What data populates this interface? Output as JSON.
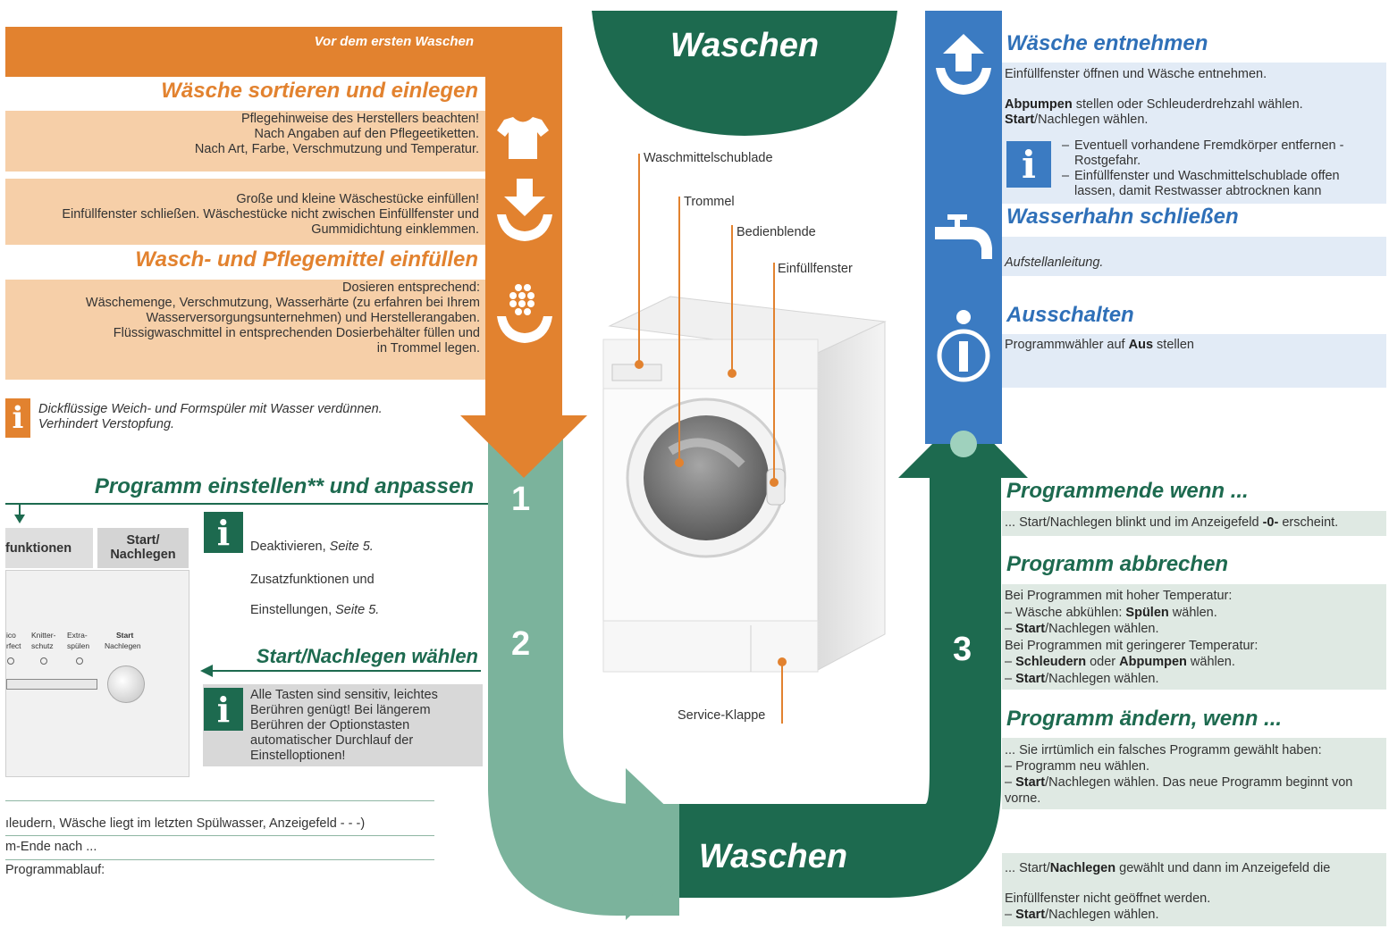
{
  "colors": {
    "orange": "#e2822f",
    "orange_light": "#f6cfa8",
    "blue": "#3b7bc2",
    "blue_light": "#e2ebf6",
    "green_dark": "#1d6a4f",
    "green_mid": "#7bb39c",
    "green_light": "#dfe9e3"
  },
  "top_title": "Waschen",
  "bottom_title": "Waschen",
  "orange": {
    "header": "Vor dem ersten Waschen",
    "s1_title": "Wäsche sortieren und einlegen",
    "s1_l1": "Pflegehinweise des Herstellers beachten!",
    "s1_l2": "Nach Angaben auf den Pflegeetiketten.",
    "s1_l3": "Nach Art, Farbe, Verschmutzung und Temperatur.",
    "s2_l1": "Große und kleine Wäschestücke einfüllen!",
    "s2_l2": "Einfüllfenster schließen. Wäschestücke nicht zwischen Einfüllfenster und",
    "s2_l3": "Gummidichtung einklemmen.",
    "s3_title": "Wasch- und Pflegemittel einfüllen",
    "s3_l1": "Dosieren entsprechend:",
    "s3_l2": "Wäschemenge, Verschmutzung, Wasserhärte (zu erfahren bei Ihrem",
    "s3_l3": "Wasserversorgungsunternehmen) und Herstellerangaben.",
    "s3_l4": "Flüssigwaschmittel in entsprechenden Dosierbehälter füllen und",
    "s3_l5": "in Trommel legen.",
    "info_l1": "Dickflüssige Weich- und Formspüler mit Wasser verdünnen.",
    "info_l2": "Verhindert Verstopfung."
  },
  "green": {
    "prog_title": "Programm einstellen** und anpassen",
    "panel_funktionen": "funktionen",
    "panel_start_1": "Start/",
    "panel_start_2": "Nachlegen",
    "mini_labels": [
      "ico",
      "rfect",
      "Knitter-",
      "schutz",
      "Extra-",
      "spülen",
      "Start",
      "Nachlegen"
    ],
    "info1_l1": "Deaktivieren, ",
    "info1_l1i": "Seite 5.",
    "info1_l2": "Zusatzfunktionen und",
    "info1_l3": "Einstellungen, ",
    "info1_l3i": "Seite 5.",
    "start_title": "Start/Nachlegen wählen",
    "info2_l1": "Alle Tasten sind sensitiv, leichtes",
    "info2_l2": "Berühren genügt! Bei längerem",
    "info2_l3": "Berühren der Optionstasten",
    "info2_l4": "automatischer Durchlauf der",
    "info2_l5": "Einstelloptionen!",
    "bottom_l1": "ıleudern, Wäsche liegt im letzten Spülwasser, Anzeigefeld - - -)",
    "bottom_l2": "m-Ende nach ...",
    "bottom_l3": "Programmablauf:"
  },
  "numbers": {
    "n1": "1",
    "n2": "2",
    "n3": "3"
  },
  "machine": {
    "l_schublade": "Waschmittelschublade",
    "l_trommel": "Trommel",
    "l_blende": "Bedienblende",
    "l_fenster": "Einfüllfenster",
    "l_service": "Service-Klappe"
  },
  "blue": {
    "t1": "Wäsche entnehmen",
    "t1_l1": "Einfüllfenster öffnen und Wäsche entnehmen.",
    "t1_l2b": "Abpumpen",
    "t1_l2": " stellen oder Schleuderdrehzahl wählen.",
    "t1_l3b": "Start",
    "t1_l3": "/Nachlegen wählen.",
    "t1_b1": "Eventuell vorhandene Fremdkörper entfernen - Rostgefahr.",
    "t1_b2": "Einfüllfenster und Waschmittelschublade offen lassen, damit Restwasser abtrocknen kann",
    "t2": "Wasserhahn schließen",
    "t2_l1": "Aufstellanleitung.",
    "t3": "Ausschalten",
    "t3_l1": "Programmwähler auf ",
    "t3_l1b": "Aus",
    "t3_l1e": " stellen"
  },
  "right_green": {
    "t1": "Programmende wenn ...",
    "t1_l1": "... Start/Nachlegen blinkt und im Anzeigefeld ",
    "t1_l1b": "-0-",
    "t1_l1e": " erscheint.",
    "t2": "Programm abbrechen",
    "t2_l1": "Bei Programmen mit hoher Temperatur:",
    "t2_l2": "Wäsche abkühlen: ",
    "t2_l2b": "Spülen",
    "t2_l2e": " wählen.",
    "t2_l3b": "Start",
    "t2_l3": "/Nachlegen wählen.",
    "t2_l4": "Bei Programmen mit geringerer Temperatur:",
    "t2_l5b1": "Schleudern",
    "t2_l5": " oder ",
    "t2_l5b2": "Abpumpen",
    "t2_l5e": " wählen.",
    "t2_l6b": "Start",
    "t2_l6": "/Nachlegen wählen.",
    "t3": "Programm ändern, wenn ...",
    "t3_l1": "... Sie irrtümlich ein falsches Programm gewählt haben:",
    "t3_l2": "Programm neu wählen.",
    "t3_l3b": "Start",
    "t3_l3": "/Nachlegen wählen. Das neue Programm beginnt von vorne.",
    "t4_l1": "... Start/",
    "t4_l1b": "Nachlegen",
    "t4_l1e": " gewählt und dann im Anzeigefeld die",
    "t4_l2": "Einfüllfenster nicht geöffnet werden.",
    "t4_l3b": "Start",
    "t4_l3": "/Nachlegen wählen."
  }
}
